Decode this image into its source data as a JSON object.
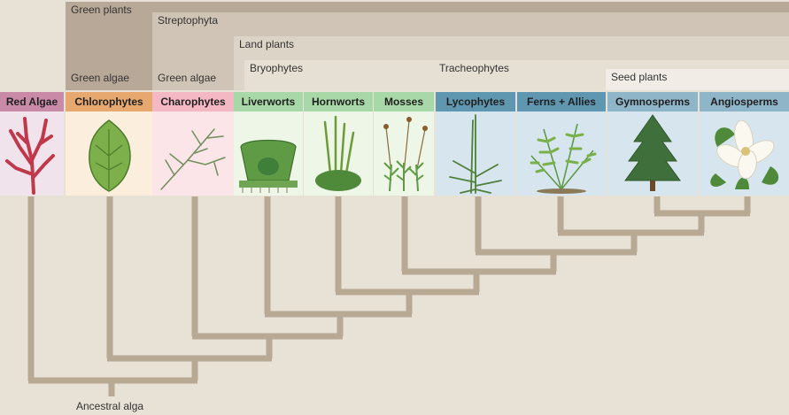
{
  "groups": {
    "green_plants": "Green plants",
    "green_algae_1": "Green algae",
    "streptophyta": "Streptophyta",
    "green_algae_2": "Green algae",
    "land_plants": "Land plants",
    "bryophytes": "Bryophytes",
    "tracheophytes": "Tracheophytes",
    "seed_plants": "Seed plants"
  },
  "taxa": [
    {
      "label": "Red Algae",
      "color": "#c98aa8"
    },
    {
      "label": "Chlorophytes",
      "color": "#e6a86f"
    },
    {
      "label": "Charophytes",
      "color": "#f4b8c4"
    },
    {
      "label": "Liverworts",
      "color": "#a8d8a8"
    },
    {
      "label": "Hornworts",
      "color": "#a8d8a8"
    },
    {
      "label": "Mosses",
      "color": "#a8d8a8"
    },
    {
      "label": "Lycophytes",
      "color": "#5f97b0"
    },
    {
      "label": "Ferns + Allies",
      "color": "#5f97b0"
    },
    {
      "label": "Gymnosperms",
      "color": "#8fb6c8"
    },
    {
      "label": "Angiosperms",
      "color": "#8fb6c8"
    }
  ],
  "root_label": "Ancestral alga",
  "colors": {
    "background": "#e8e1d6",
    "branch": "#b7a993",
    "band_dark": "#b8a898",
    "band_mid": "#cfc4b6",
    "band_light": "#ddd4c8",
    "band_lighter": "#e6dfd4",
    "band_white": "#f1ede6"
  }
}
